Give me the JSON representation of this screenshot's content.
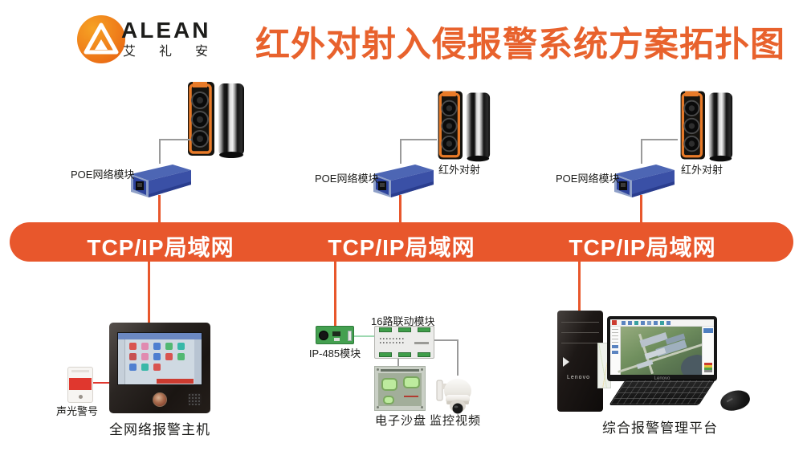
{
  "header": {
    "logo_text": "ALEAN",
    "logo_subtext": "艾礼安",
    "title": "红外对射入侵报警系统方案拓扑图"
  },
  "colors": {
    "accent_orange": "#E8572C",
    "title_orange": "#E8622D",
    "poe_blue": "#3A50A6",
    "lan_text_white": "#FFFFFF",
    "siren_red": "#E0372E",
    "pcb_green": "#44A050",
    "connector_gray": "#9A9A9A",
    "link_green": "#9CD8B0"
  },
  "columns": [
    {
      "poe_label": "POE网络模块"
    },
    {
      "poe_label": "POE网络模块",
      "detector_label": "红外对射"
    },
    {
      "poe_label": "POE网络模块",
      "detector_label": "红外对射"
    }
  ],
  "lan_bar": {
    "labels": [
      "TCP/IP局域网",
      "TCP/IP局域网",
      "TCP/IP局域网"
    ]
  },
  "devices": {
    "siren_label": "声光警号",
    "host_label": "全网络报警主机",
    "ip485_label": "IP-485模块",
    "linkage_label": "16路联动模块",
    "sandtable_label": "电子沙盘",
    "camera_label": "监控视频",
    "platform_label": "综合报警管理平台",
    "pc_brand": "Lenovo",
    "monitor_brand": "Lenovo"
  },
  "host_screen": {
    "icon_colors": [
      "#d9534f",
      "#e08bb0",
      "#4f7fd0",
      "#52b872",
      "#38b8a8",
      "#c75050",
      "#e08bb0",
      "#4f7fd0",
      "#d9534f",
      "#52b872",
      "#4f7fd0",
      "#38b8a8",
      "#d9534f"
    ]
  }
}
